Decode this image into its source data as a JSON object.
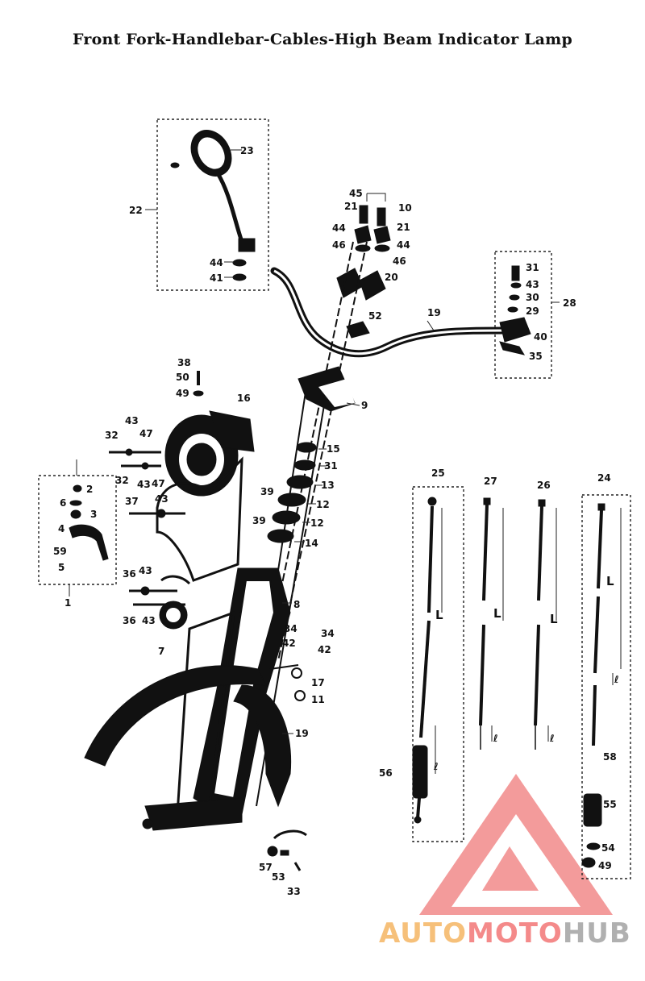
{
  "title": "Front Fork-Handlebar-Cables-High Beam Indicator Lamp",
  "part_labels": {
    "l23a": "23",
    "l22": "22",
    "l44a": "44",
    "l41a": "41",
    "l45": "45",
    "l21a": "21",
    "l10": "10",
    "l21b": "21",
    "l44b": "44",
    "l44c": "44",
    "l46a": "46",
    "l46b": "46",
    "l20": "20",
    "l52": "52",
    "l19a": "19",
    "l31": "31",
    "l43a": "43",
    "l30": "30",
    "l29": "29",
    "l40": "40",
    "l35": "35",
    "l28": "28",
    "l38": "38",
    "l50": "50",
    "l49a": "49",
    "l16": "16",
    "l9": "9",
    "l15": "15",
    "l31b": "31",
    "l13": "13",
    "l39a": "39",
    "l12a": "12",
    "l39b": "39",
    "l12b": "12",
    "l14": "14",
    "l43b": "43",
    "l47a": "47",
    "l32a": "32",
    "l32b": "32",
    "l43c": "43",
    "l47b": "47",
    "l2": "2",
    "l6": "6",
    "l3": "3",
    "l4": "4",
    "l59": "59",
    "l5": "5",
    "l1": "1",
    "l37": "37",
    "l43d": "43",
    "l36a": "36",
    "l43e": "43",
    "l36b": "36",
    "l43f": "43",
    "l7": "7",
    "l8": "8",
    "l34a": "34",
    "l34b": "34",
    "l42a": "42",
    "l42b": "42",
    "l17": "17",
    "l11": "11",
    "l19b": "19",
    "l57": "57",
    "l53": "53",
    "l33": "33",
    "l25": "25",
    "l27": "27",
    "l26": "26",
    "l24": "24",
    "l56": "56",
    "l58": "58",
    "l55": "55",
    "l54": "54",
    "l49b": "49",
    "L1": "L",
    "L2": "L",
    "L3": "L",
    "L4": "L",
    "e1": "ℓ",
    "e2": "ℓ",
    "e3": "ℓ",
    "e4": "ℓ"
  },
  "watermark": {
    "part1": "AUTO",
    "part2": "MOTO",
    "part3": "HUB",
    "colors": {
      "triangle": "#f07a7a",
      "auto": "#f6c07a",
      "moto": "#f48a8a",
      "hub": "#b0b0b0"
    }
  }
}
